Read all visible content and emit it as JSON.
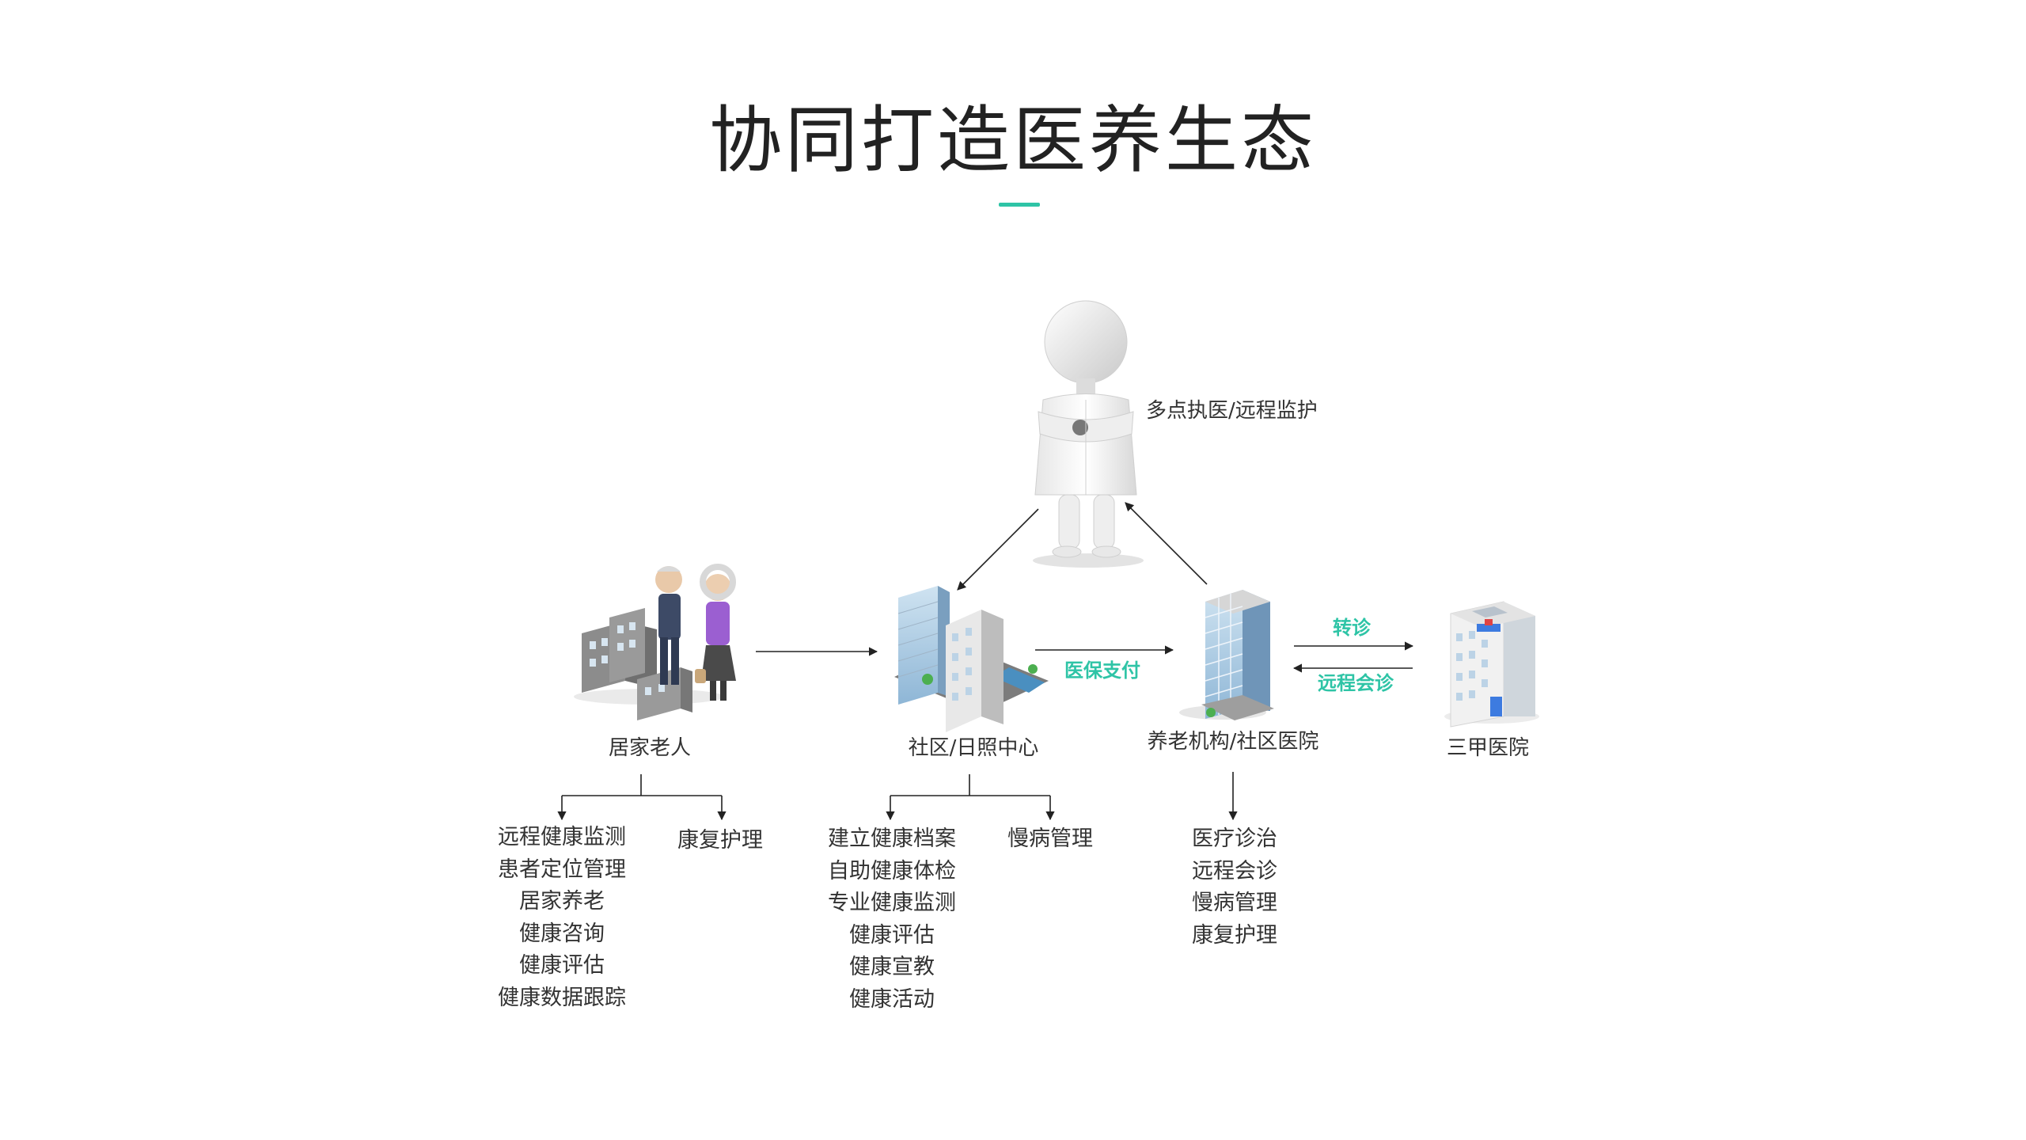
{
  "title": "协同打造医养生态",
  "accent_color": "#2ec4a6",
  "nodes": {
    "doctor": {
      "label": "多点执医/远程监护",
      "icon": "doctor-figure-icon"
    },
    "home_elderly": {
      "label": "居家老人",
      "icon": "elderly-couple-buildings-icon"
    },
    "community": {
      "label": "社区/日照中心",
      "icon": "community-buildings-icon"
    },
    "institution": {
      "label": "养老机构/社区医院",
      "icon": "tower-building-icon"
    },
    "hospital": {
      "label": "三甲医院",
      "icon": "hospital-building-icon"
    }
  },
  "edges": {
    "medical_insurance": "医保支付",
    "referral": "转诊",
    "remote_consult": "远程会诊"
  },
  "lists": {
    "home_left": [
      "远程健康监测",
      "患者定位管理",
      "居家养老",
      "健康咨询",
      "健康评估",
      "健康数据跟踪"
    ],
    "home_right": [
      "康复护理"
    ],
    "community_left": [
      "建立健康档案",
      "自助健康体检",
      "专业健康监测",
      "健康评估",
      "健康宣教",
      "健康活动"
    ],
    "community_right": [
      "慢病管理"
    ],
    "institution": [
      "医疗诊治",
      "远程会诊",
      "慢病管理",
      "康复护理"
    ]
  }
}
